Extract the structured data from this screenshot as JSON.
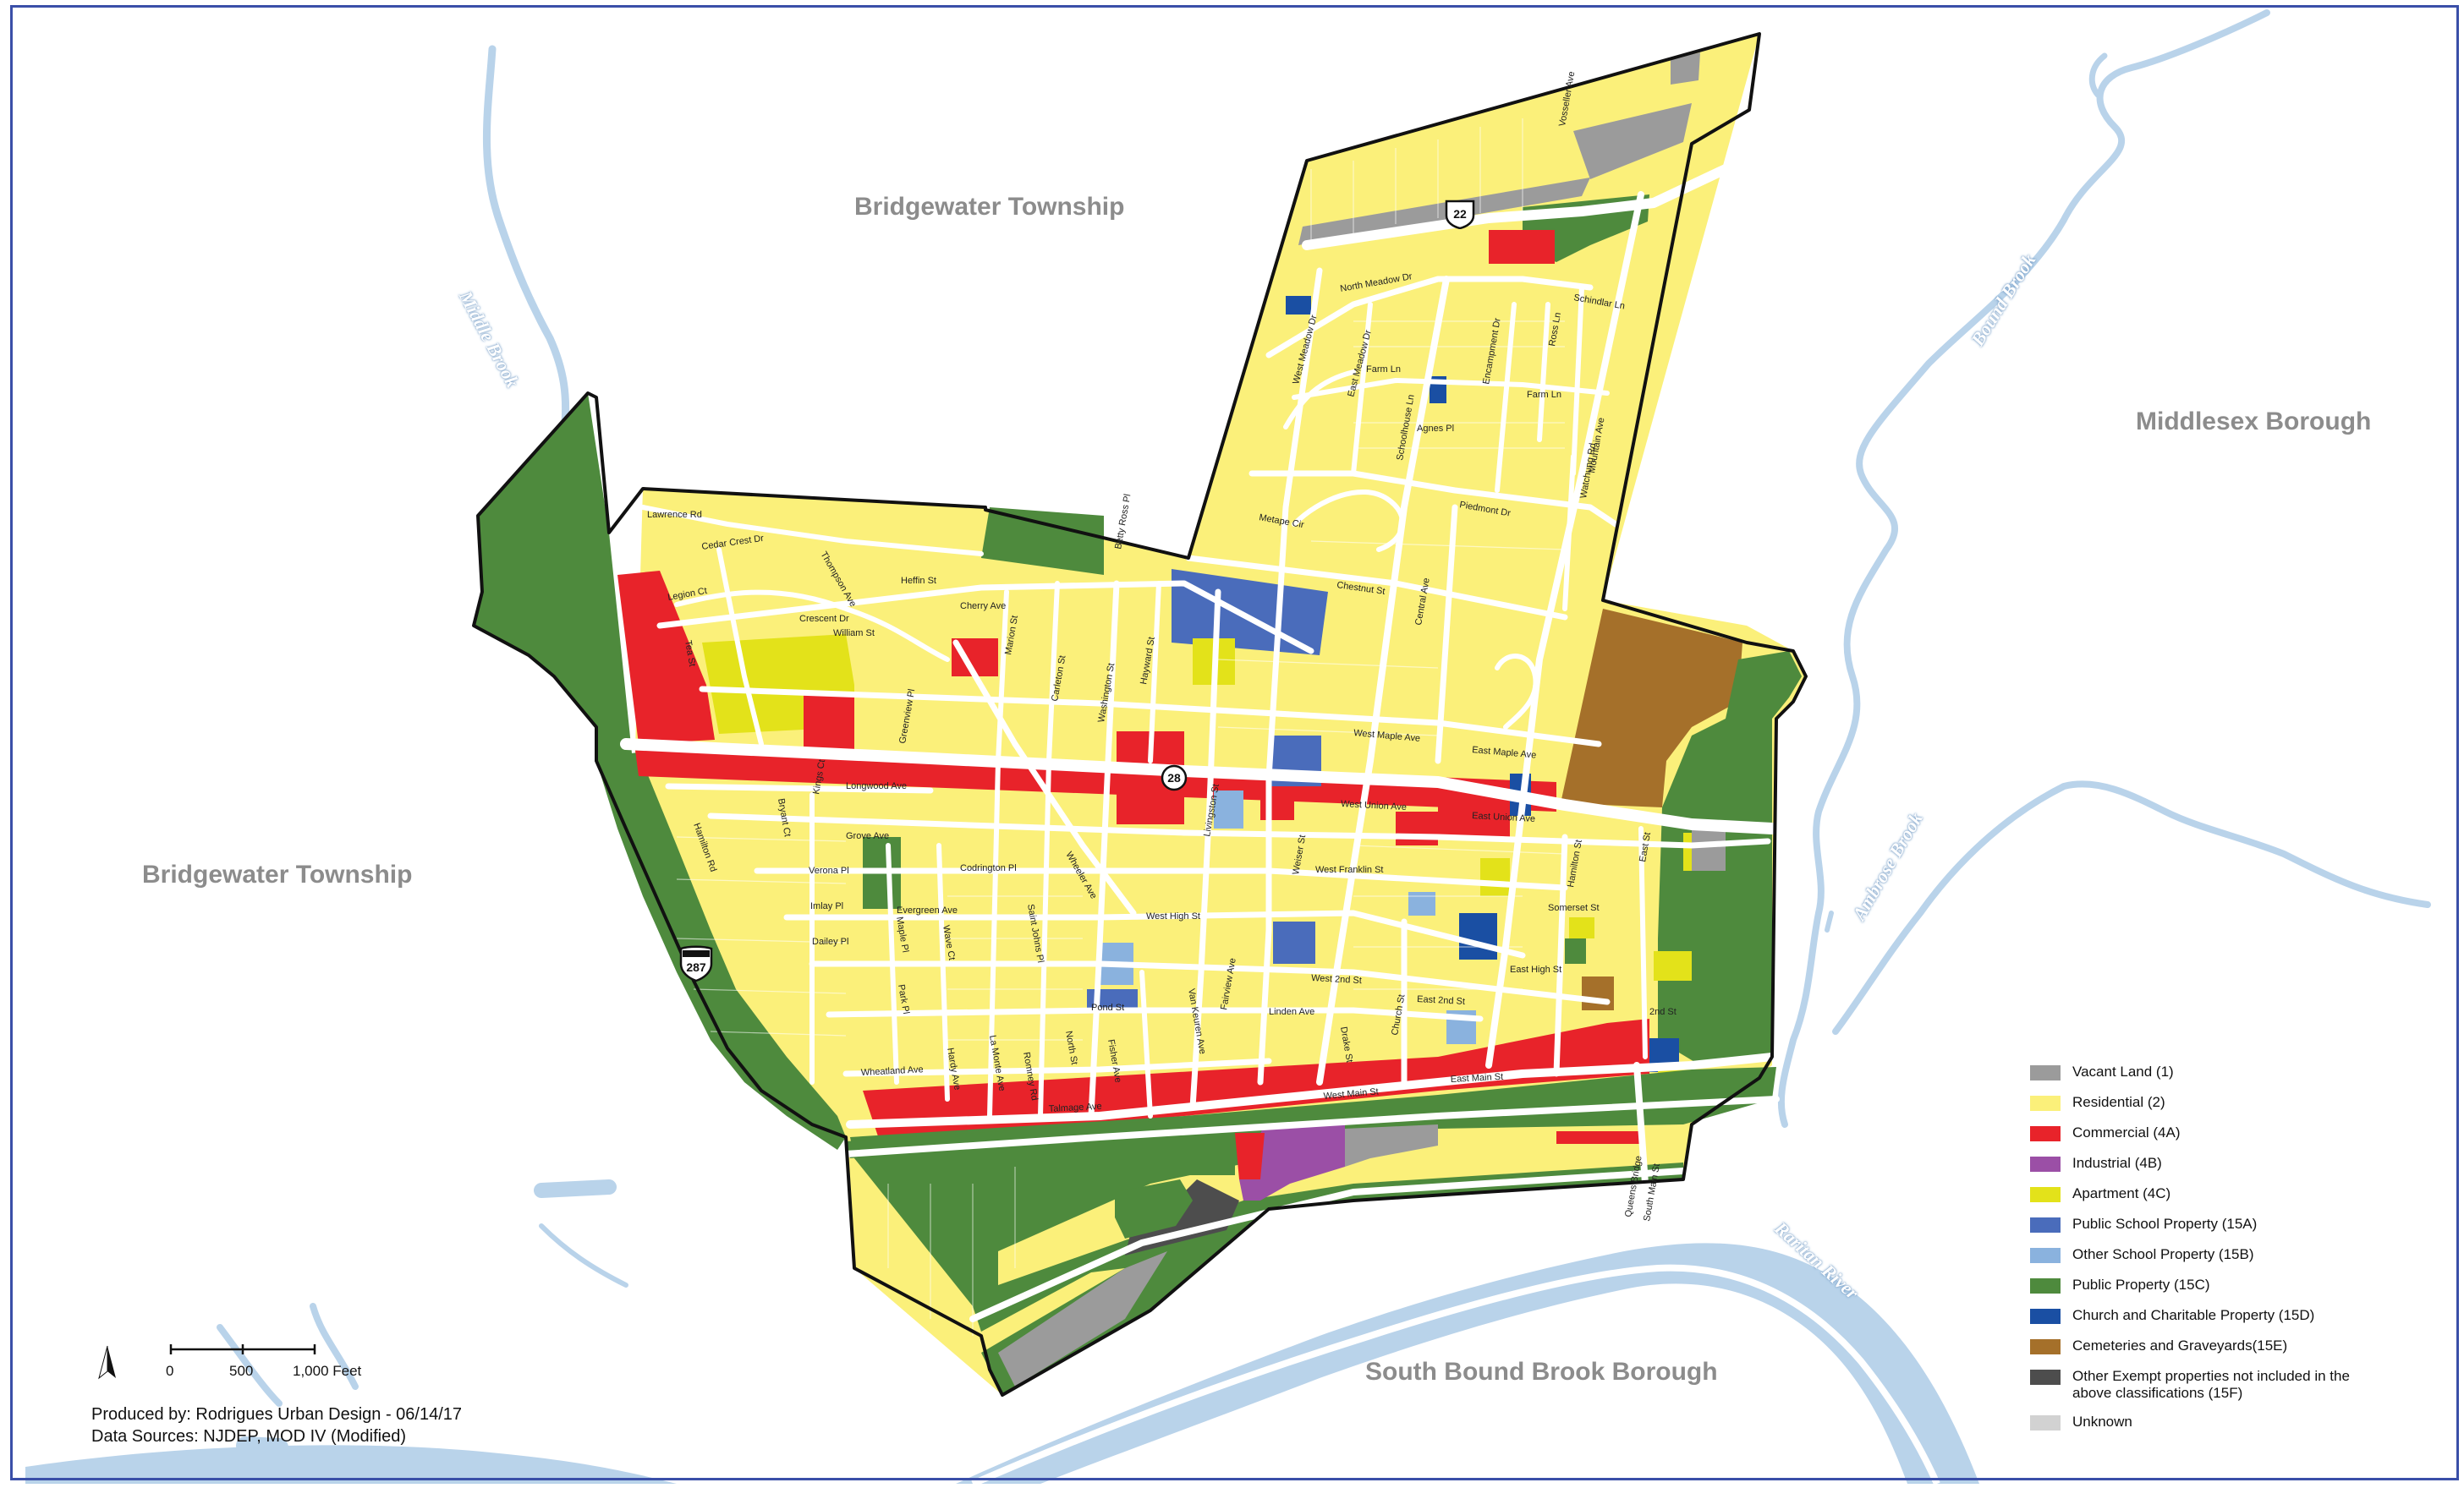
{
  "regions": {
    "north": "Bridgewater Township",
    "west": "Bridgewater Township",
    "east": "Middlesex Borough",
    "south": "South Bound Brook Borough"
  },
  "water": {
    "middle_brook": "Middle Brook",
    "bound_brook": "Bound Brook",
    "ambrose_brook": "Ambrose Brook",
    "raritan_river": "Raritan River"
  },
  "shields": {
    "us22": "22",
    "rt28": "28",
    "i287": "287"
  },
  "streets": {
    "lawrence_rd": "Lawrence Rd",
    "cedar_crest_dr": "Cedar Crest Dr",
    "legion_ct": "Legion Ct",
    "thompson_ave": "Thompson Ave",
    "heffin_st": "Heffin St",
    "crescent_dr": "Crescent Dr",
    "william_st": "William St",
    "cherry_ave": "Cherry Ave",
    "betty_ross_pl": "Betty Ross Pl",
    "north_meadow_dr": "North Meadow Dr",
    "schindlar_ln": "Schindlar Ln",
    "west_meadow_dr": "West Meadow Dr",
    "east_meadow_dr": "East Meadow Dr",
    "farm_ln": "Farm Ln",
    "encampment_dr": "Encampment Dr",
    "ross_ln": "Ross Ln",
    "agnes_pl": "Agnes Pl",
    "schoolhouse_ln": "Schoolhouse Ln",
    "piedmont_dr": "Piedmont Dr",
    "metape_cir": "Metape Cir",
    "chestnut_st": "Chestnut St",
    "central_ave": "Central Ave",
    "west_maple_ave": "West Maple Ave",
    "east_maple_ave": "East Maple Ave",
    "longwood_ave": "Longwood Ave",
    "west_union_ave": "West Union Ave",
    "east_union_ave": "East Union Ave",
    "grove_ave": "Grove Ave",
    "verona_pl": "Verona Pl",
    "codrington_pl": "Codrington Pl",
    "west_franklin_st": "West Franklin St",
    "imlay_pl": "Imlay Pl",
    "evergreen_ave": "Evergreen Ave",
    "west_high_st": "West High St",
    "somerset_st": "Somerset St",
    "dailey_pl": "Dailey Pl",
    "west_2nd_st": "West 2nd St",
    "east_2nd_st": "East 2nd St",
    "east_high_st": "East High St",
    "linden_ave": "Linden Ave",
    "wheatland_ave": "Wheatland Ave",
    "west_main_st": "West Main St",
    "east_main_st": "East Main St",
    "talmage_ave": "Talmage Ave",
    "queens_bridge": "Queens Bridge",
    "south_main_st": "South Main St",
    "2nd_st": "2nd St",
    "east_st": "East St",
    "hamilton_st": "Hamilton St",
    "church_st": "Church St",
    "mountain_ave": "Mountain Ave",
    "vosseller_ave": "Vosseller Ave",
    "watchung_rd": "Watchung Rd",
    "tea_st": "Tea St",
    "hamilton_rd": "Hamilton Rd",
    "bryant_ct": "Bryant Ct",
    "kings_ct": "Kings Ct",
    "livingston_st": "Livingston St",
    "washington_st": "Washington St",
    "carleton_st": "Carleton St",
    "hayward_st": "Hayward St",
    "marion_st": "Marion St",
    "weiser_st": "Weiser St",
    "saint_johns_pl": "Saint Johns Pl",
    "wheeler_ave": "Wheeler Ave",
    "fairview_ave": "Fairview Ave",
    "van_keuren_ave": "Van Keuren Ave",
    "north_st": "North St",
    "fisher_ave": "Fisher Ave",
    "romney_rd": "Romney Rd",
    "la_monte_ave": "La Monte Ave",
    "hardy_ave": "Hardy Ave",
    "park_pl": "Park Pl",
    "wave_ct": "Wave Ct",
    "drake_st": "Drake St",
    "pond_st": "Pond St",
    "maple_pl": "Maple Pl",
    "greenview_pl": "Greenview Pl"
  },
  "legend": {
    "items": [
      {
        "label": "Vacant Land (1)",
        "color": "#9b9b9b"
      },
      {
        "label": "Residential (2)",
        "color": "#fbf07a"
      },
      {
        "label": "Commercial (4A)",
        "color": "#e8232a"
      },
      {
        "label": "Industrial (4B)",
        "color": "#9b4fa6"
      },
      {
        "label": "Apartment (4C)",
        "color": "#e3e21a"
      },
      {
        "label": "Public School Property (15A)",
        "color": "#4a6cbb"
      },
      {
        "label": "Other School Property (15B)",
        "color": "#8ab2de"
      },
      {
        "label": "Public Property (15C)",
        "color": "#4e8a3d"
      },
      {
        "label": "Church and Charitable Property (15D)",
        "color": "#1a4fa3"
      },
      {
        "label": "Cemeteries and Graveyards(15E)",
        "color": "#a5702a"
      },
      {
        "label": "Other Exempt properties not included in the above classifications (15F)",
        "color": "#4d4d4d"
      },
      {
        "label": "Unknown",
        "color": "#d2d2d2"
      }
    ]
  },
  "scale": {
    "t0": "0",
    "t1": "500",
    "t2": "1,000 Feet"
  },
  "credits": {
    "produced_by": "Produced by: Rodrigues Urban Design - 06/14/17",
    "sources": "Data Sources: NJDEP, MOD IV (Modified)"
  },
  "colors": {
    "water": "#b9d3ea",
    "residential": "#fbf07a",
    "commercial": "#e8232a",
    "public": "#4e8a3d",
    "cemetery": "#a5702a",
    "school": "#4a6cbb",
    "vacant": "#9b9b9b",
    "road": "#ffffff",
    "boundary": "#111111",
    "frame": "#3a4fa8"
  },
  "icons": {
    "north_arrow": "north-arrow-icon"
  }
}
